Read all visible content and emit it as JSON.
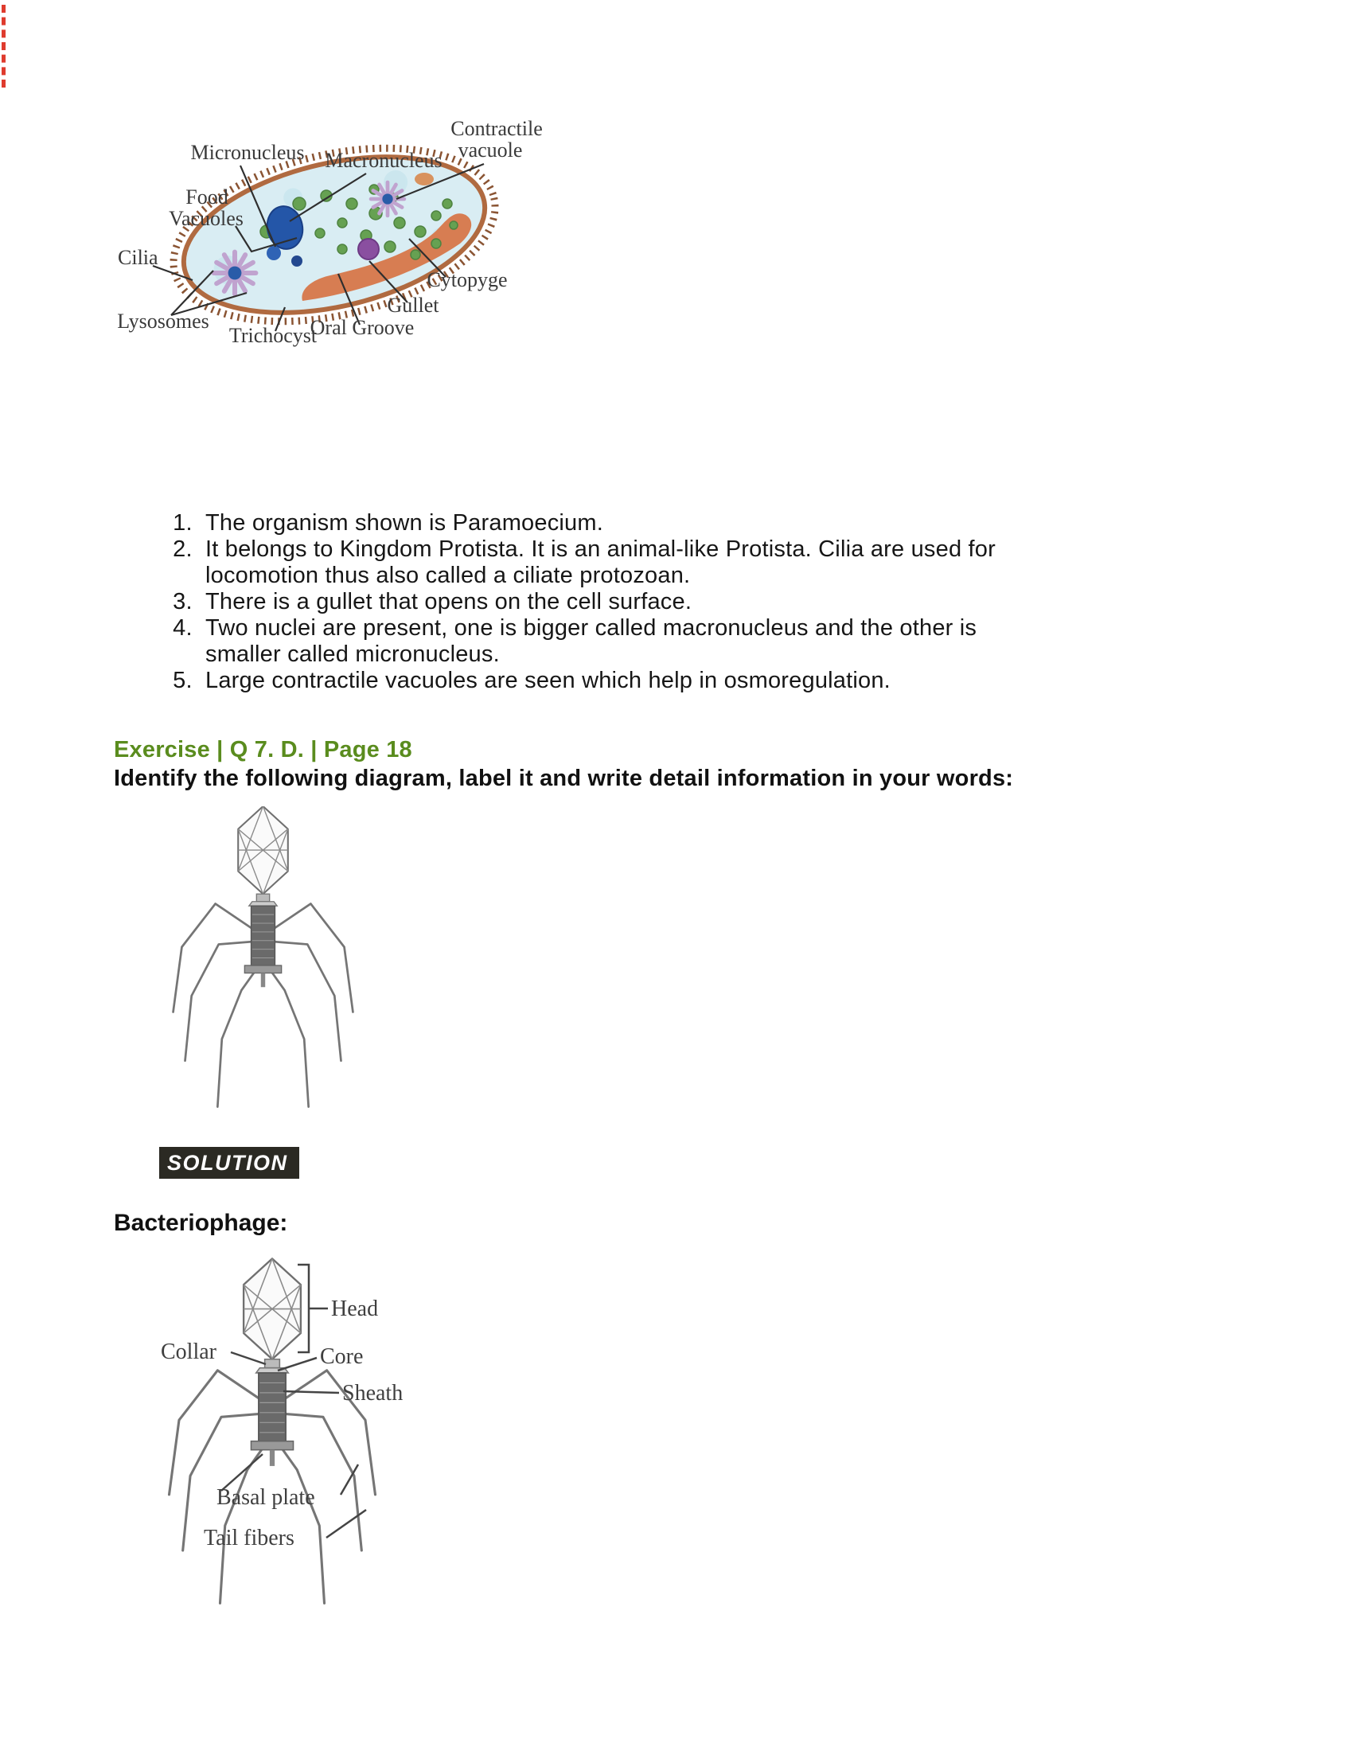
{
  "paramecium_figure": {
    "labels": {
      "contractile_1": "Contractile",
      "contractile_2": "vacuole",
      "micronucleus": "Micronucleus",
      "macronucleus": "Macronucleus",
      "food_1": "Food",
      "food_2": "Vacuoles",
      "cilia": "Cilia",
      "lysosomes": "Lysosomes",
      "trichocyst": "Trichocyst",
      "oral_groove": "Oral Groove",
      "gullet": "Gullet",
      "cytopyge": "Cytopyge"
    }
  },
  "answer_list": {
    "items": [
      [
        "The organism shown is Paramoecium."
      ],
      [
        "It belongs to Kingdom Protista. It is an animal-like Protista. Cilia are used for",
        "locomotion thus also called a ciliate protozoan."
      ],
      [
        "There is a gullet that opens on the cell surface."
      ],
      [
        "Two nuclei are present, one is bigger called macronucleus and the other is",
        "smaller called micronucleus."
      ],
      [
        "Large contractile vacuoles are seen which help in osmoregulation."
      ]
    ]
  },
  "exercise": {
    "heading": "Exercise | Q 7. D. | Page 18",
    "question": "Identify the following diagram, label it and write detail information in your words:"
  },
  "solution": {
    "badge_label": "SOLUTION",
    "subheading": "Bacteriophage:"
  },
  "bacteriophage_figure": {
    "labels": {
      "head": "Head",
      "collar": "Collar",
      "core": "Core",
      "sheath": "Sheath",
      "basal_plate": "Basal plate",
      "tail_fibers": "Tail fibers"
    }
  },
  "colors": {
    "exercise_green": "#5a8c1e",
    "solution_badge_bg": "#2b2a23",
    "edge_marks_red": "#df3b2e",
    "cell_border_brown": "#b06a40",
    "cell_fill_blue": "#d9edf3",
    "gullet_orange": "#d77d52"
  }
}
